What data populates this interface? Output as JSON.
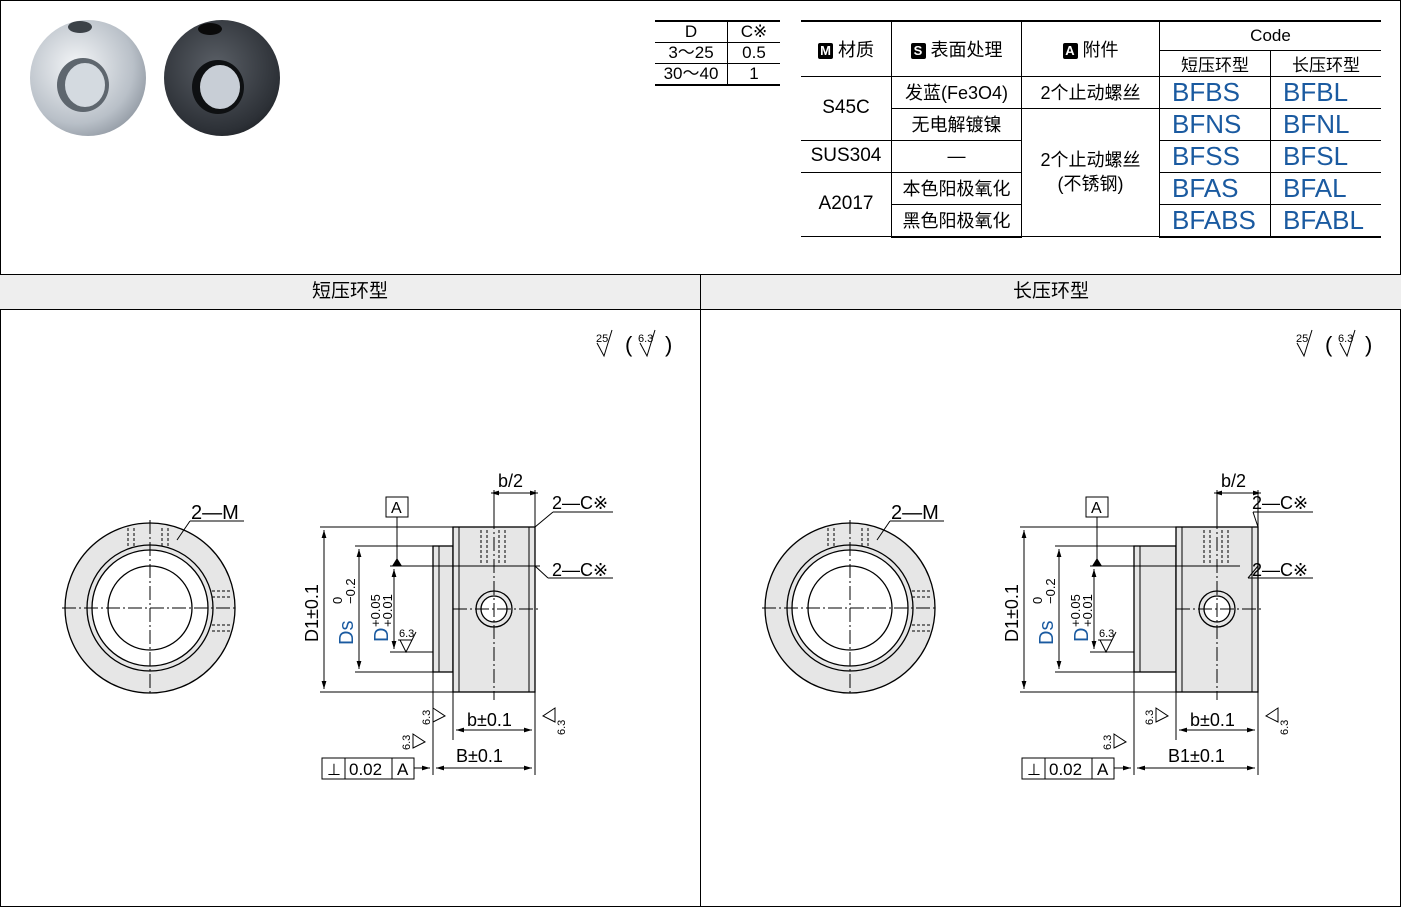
{
  "c_table": {
    "headers": [
      "D",
      "C※"
    ],
    "rows": [
      [
        "3～25",
        "0.5"
      ],
      [
        "30～40",
        "1"
      ]
    ]
  },
  "main_table": {
    "badges": {
      "material": "M",
      "surface": "S",
      "accessory": "A"
    },
    "headers": {
      "material": "材质",
      "surface": "表面处理",
      "accessory": "附件",
      "code": "Code",
      "short": "短压环型",
      "long": "长压环型"
    },
    "rows": [
      {
        "material": "S45C",
        "surface": "发蓝(Fe3O4)",
        "accessory": "2个止动螺丝",
        "short": "BFBS",
        "long": "BFBL"
      },
      {
        "material": "",
        "surface": "无电解镀镍",
        "accessory": "2个止动螺丝\n(不锈钢)",
        "short": "BFNS",
        "long": "BFNL"
      },
      {
        "material": "SUS304",
        "surface": "—",
        "accessory": "",
        "short": "BFSS",
        "long": "BFSL"
      },
      {
        "material": "A2017",
        "surface": "本色阳极氧化",
        "accessory": "",
        "short": "BFAS",
        "long": "BFAL"
      },
      {
        "material": "",
        "surface": "黑色阳极氧化",
        "accessory": "",
        "short": "BFABS",
        "long": "BFABL"
      }
    ]
  },
  "sections": {
    "left_title": "短压环型",
    "right_title": "长压环型"
  },
  "drawing": {
    "roughness_main": "25",
    "roughness_other": "6.3",
    "label_2M": "2—M",
    "label_2C": "2—C※",
    "label_A": "A",
    "label_half_b": "b/2",
    "label_D1": "D1±0.1",
    "label_Ds": "Ds",
    "label_Ds_tol_upper": "0",
    "label_Ds_tol_lower": "−0.2",
    "label_D": "D",
    "label_D_tol_upper": "+0.05",
    "label_D_tol_lower": "+0.01",
    "label_b": "b±0.1",
    "label_B": "B±0.1",
    "label_B1": "B1±0.1",
    "label_63": "6.3",
    "perp_tolerance": [
      "⊥",
      "0.02",
      "A"
    ]
  },
  "colors": {
    "code_blue": "#1a5aa0",
    "section_bg": "#eeeeee"
  }
}
